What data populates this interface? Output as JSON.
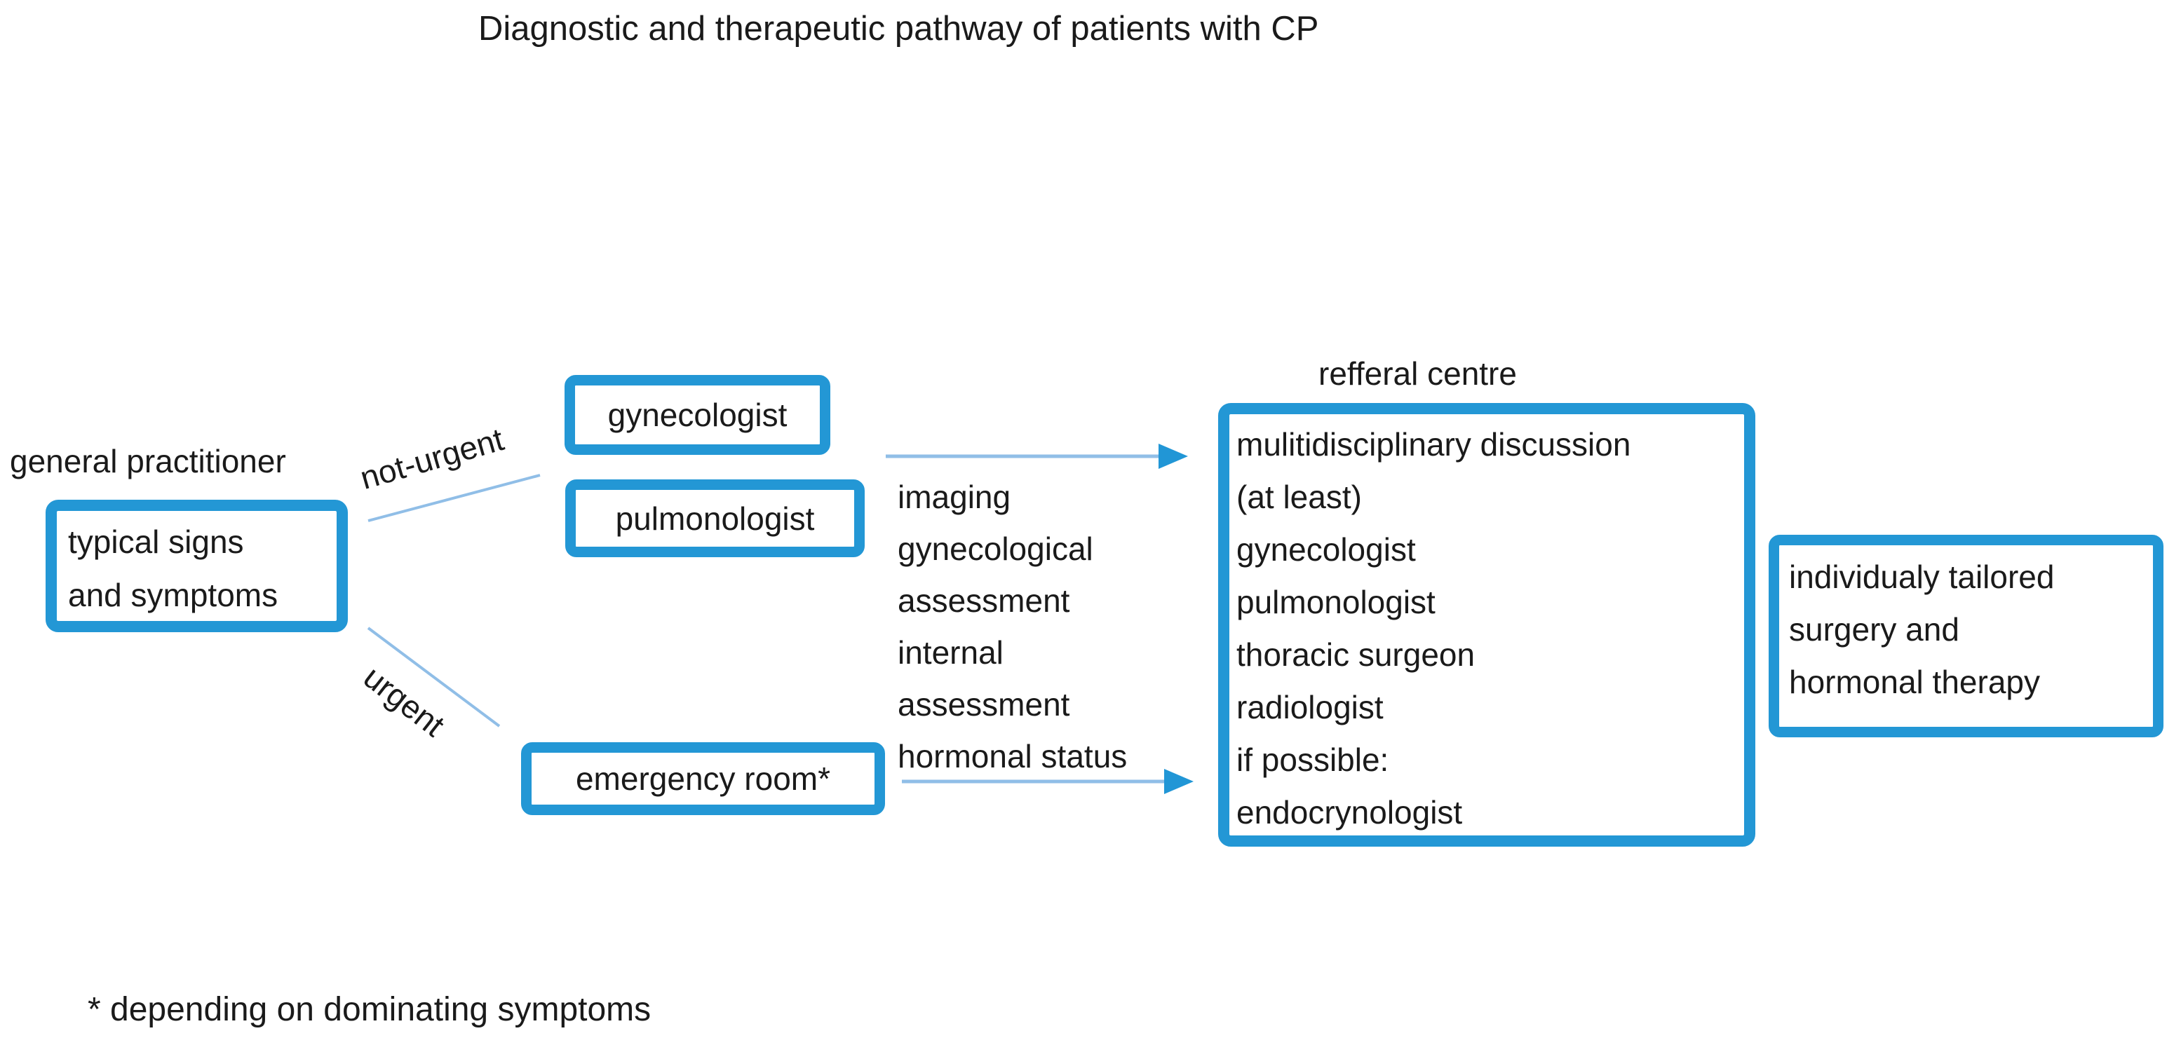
{
  "title": "Diagnostic and therapeutic pathway of patients with CP",
  "colors": {
    "box_border": "#2397d5",
    "connector_line": "#90bee7",
    "arrowhead": "#2196d6",
    "text": "#1a1a1a"
  },
  "nodes": {
    "gp_label": "general practitioner",
    "signs_box": "typical signs\nand symptoms",
    "gynecologist_box": "gynecologist",
    "pulmonologist_box": "pulmonologist",
    "emergency_box": "emergency room*",
    "outcome_box": "individualy tailored\nsurgery and\nhormonal therapy"
  },
  "edges": {
    "not_urgent_label": "not-urgent",
    "urgent_label": "urgent"
  },
  "middle": {
    "lines": "imaging\ngynecological\nassessment\ninternal\nassessment\nhormonal status"
  },
  "referral": {
    "title": "refferal centre",
    "content": "mulitidisciplinary discussion\n(at least)\ngynecologist\npulmonologist\nthoracic surgeon\nradiologist\nif possible:\nendocrynologist"
  },
  "footnote": "* depending on dominating symptoms"
}
